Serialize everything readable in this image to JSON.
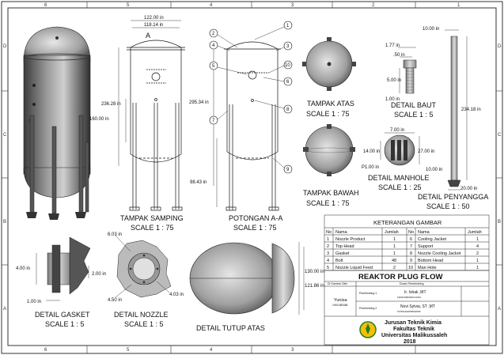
{
  "drawing": {
    "zones_top": [
      "6",
      "5",
      "4",
      "3",
      "2",
      "1"
    ],
    "zones_side": [
      "D",
      "C",
      "B",
      "A"
    ],
    "views": {
      "side": {
        "title": "TAMPAK SAMPING",
        "scale": "SCALE 1 : 75",
        "marker": "A",
        "dims": {
          "w1": "122.00 in",
          "w2": "118.14 in",
          "h1": "236.28 in",
          "h2": "160.00 in"
        }
      },
      "section": {
        "title": "POTONGAN A-A",
        "scale": "SCALE 1 : 75",
        "dims": {
          "h1": "295.34 in",
          "h2": "98.43 in"
        },
        "balloons": [
          "1",
          "2",
          "3",
          "4",
          "5",
          "6",
          "7",
          "8",
          "9",
          "10"
        ]
      },
      "top": {
        "title": "TAMPAK ATAS",
        "scale": "SCALE 1 : 75"
      },
      "bottom": {
        "title": "TAMPAK BAWAH",
        "scale": "SCALE 1 : 75"
      },
      "bolt": {
        "title": "DETAIL BAUT",
        "scale": "SCALE 1 : 5",
        "dims": {
          "a": "1.77 in",
          "b": ".50 in",
          "c": "5.00 in",
          "d": "1.00 in"
        }
      },
      "manhole": {
        "title": "DETAIL MANHOLE",
        "scale": "SCALE 1 : 25",
        "dims": {
          "a": "7.00 in",
          "b": "14.00 in",
          "c": "27.00 in",
          "d": "P1.00 in"
        }
      },
      "support": {
        "title": "DETAIL PENYANGGA",
        "scale": "SCALE 1 : 50",
        "dims": {
          "a": "10.00 in",
          "b": "234.18 in",
          "c": "10.00 in",
          "d": "20.00 in"
        }
      },
      "gasket": {
        "title": "DETAIL  GASKET",
        "scale": "SCALE 1 : 5",
        "dims": {
          "a": "4.00 in",
          "b": "2.00 in",
          "c": "1.00 in"
        }
      },
      "nozzle": {
        "title": "DETAIL  NOZZLE",
        "scale": "SCALE 1 : 5",
        "dims": {
          "a": "6.03 in",
          "b": "4.03 in",
          "c": "4.50 in"
        }
      },
      "head": {
        "title": "DETAIL TUTUP ATAS",
        "dims": {
          "a": "130.00 in",
          "b": "121.86 in"
        }
      }
    }
  },
  "legend": {
    "title": "KETERANGAN GAMBAR",
    "headers": [
      "No",
      "Nama",
      "Jumlah",
      "No",
      "Nama",
      "Jumlah"
    ],
    "rows": [
      [
        "1",
        "Nozzle Product",
        "1",
        "6",
        "Cooling Jacket",
        "1"
      ],
      [
        "2",
        "Top Head",
        "1",
        "7",
        "Support",
        "4"
      ],
      [
        "3",
        "Gasket",
        "1",
        "8",
        "Nozzle Cooling Jacket",
        "2"
      ],
      [
        "4",
        "Bolt",
        "48",
        "9",
        "Bottom Head",
        "1"
      ],
      [
        "5",
        "Nozzle Liquid Feed",
        "2",
        "10",
        "Man Hole",
        "1"
      ]
    ]
  },
  "titleblock": {
    "title": "REAKTOR PLUG FLOW",
    "drawn_label": "Di Gambar Oleh",
    "drawn_name": "Yunisa",
    "drawn_nim": "1901080086",
    "checked_label": "Dosen Pembimbing",
    "p1_label": "Pembimbing 1",
    "p1_name": "Ir. Ishak ,MT",
    "p1_nip": "196401082000121001",
    "p2_label": "Pembimbing 2",
    "p2_name": "Novi Sylvia, ST ,MT",
    "p2_nip": "197811102008042006",
    "inst1": "Jurusan Teknik Kimia",
    "inst2": "Fakultas Teknik",
    "inst3": "Universitas Malikussaleh",
    "year": "2018"
  }
}
